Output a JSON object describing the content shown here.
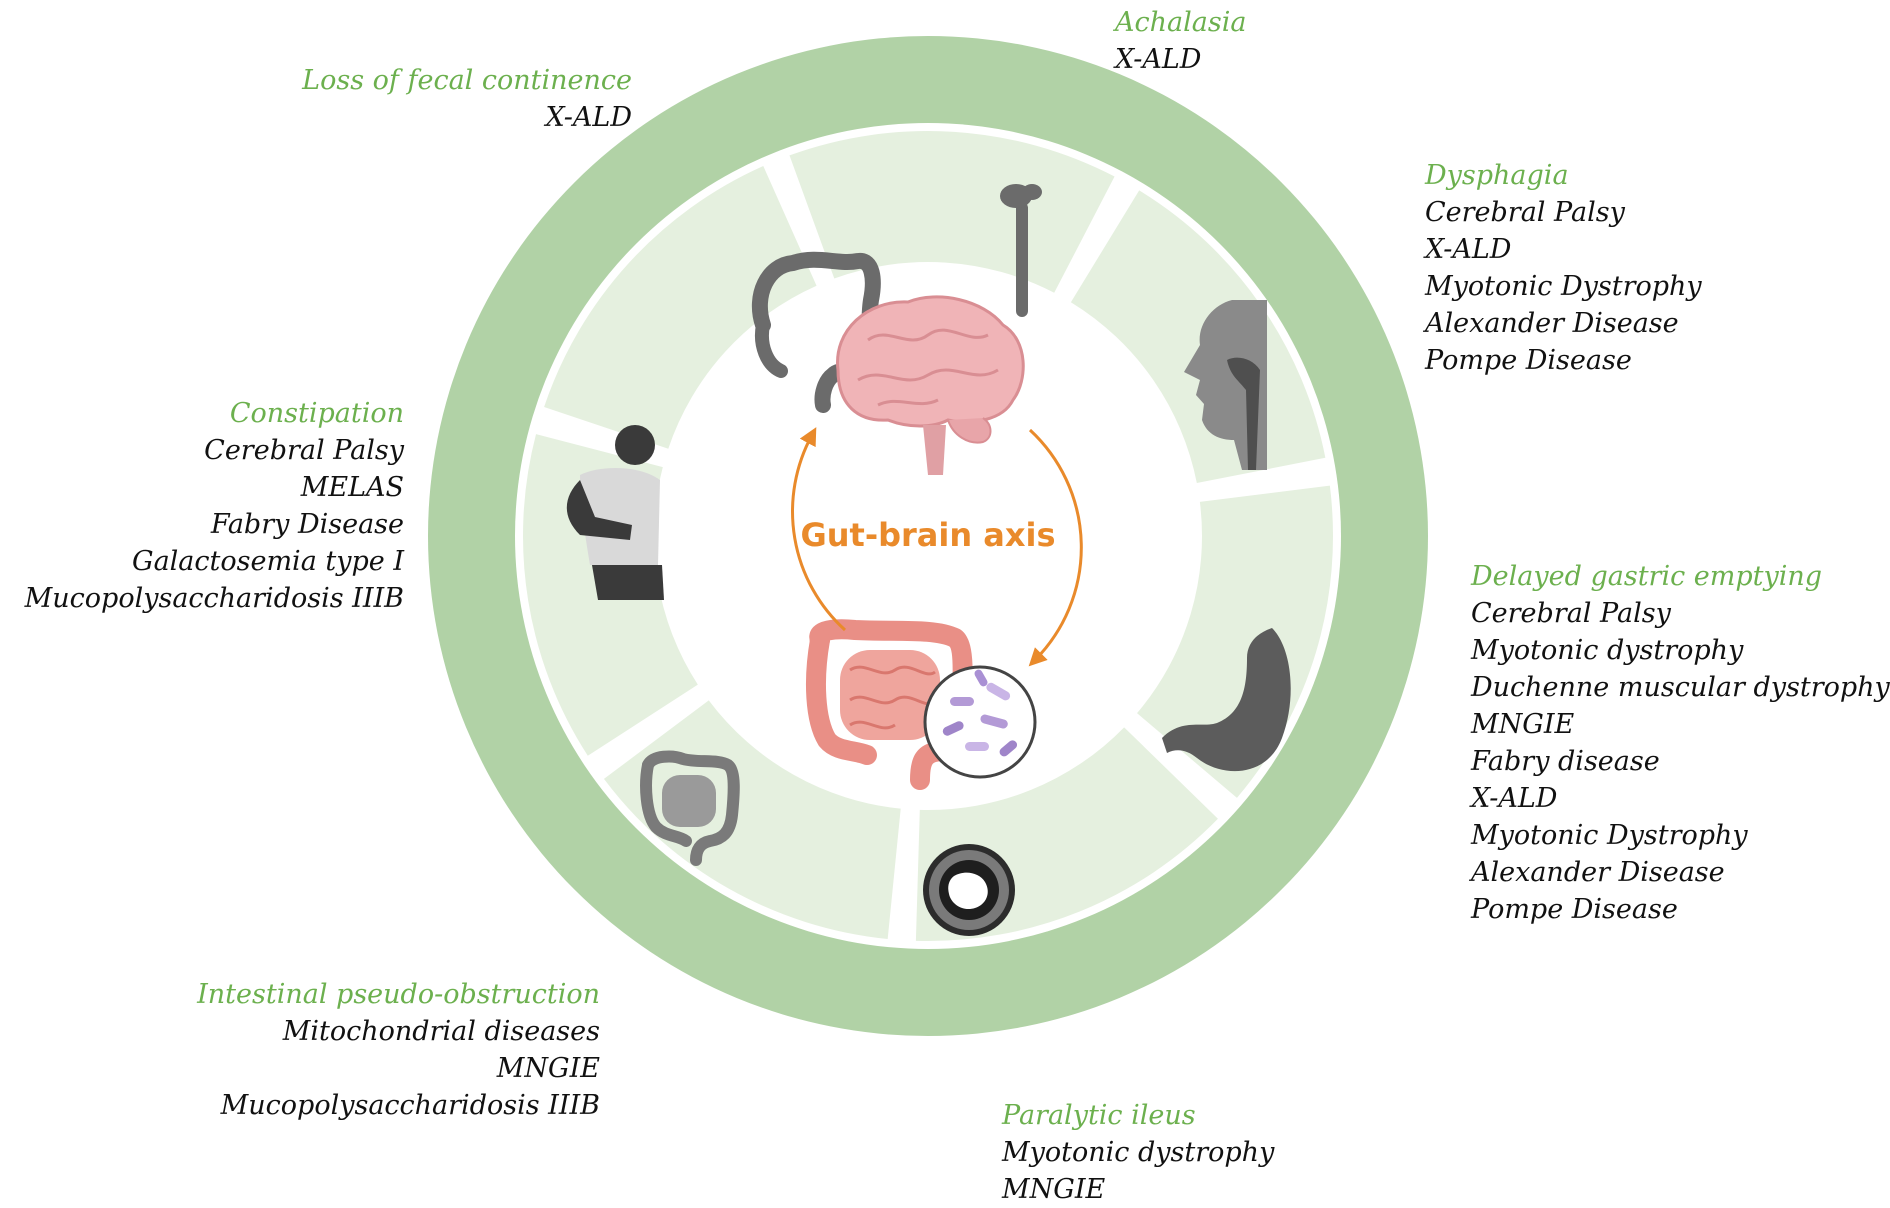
{
  "center": {
    "title": "Gut-brain axis"
  },
  "colors": {
    "outer_ring": "#b1d2a6",
    "segment": "#e5f0df",
    "heading": "#6cb04e",
    "arrow": "#e98a2b",
    "organ_gray": "#6b6b6b",
    "brain_pink": "#f0b4b7",
    "gut_pink": "#e98f86"
  },
  "segment_icons": [
    "colon-icon",
    "esophagus-icon",
    "head-throat-icon",
    "stomach-icon",
    "intestine-cross-section-icon",
    "small-intestine-icon",
    "person-abdominal-pain-icon"
  ],
  "labels": {
    "achalasia": {
      "heading": "Achalasia",
      "items": [
        "X-ALD"
      ]
    },
    "dysphagia": {
      "heading": "Dysphagia",
      "items": [
        "Cerebral Palsy",
        "X-ALD",
        "Myotonic Dystrophy",
        "Alexander Disease",
        "Pompe Disease"
      ]
    },
    "delayed_gastric": {
      "heading": "Delayed gastric emptying",
      "items": [
        "Cerebral Palsy",
        "Myotonic dystrophy",
        "Duchenne muscular dystrophy",
        "MNGIE",
        "Fabry disease",
        "X-ALD",
        "Myotonic Dystrophy",
        "Alexander Disease",
        "Pompe Disease"
      ]
    },
    "paralytic_ileus": {
      "heading": "Paralytic ileus",
      "items": [
        "Myotonic dystrophy",
        "MNGIE"
      ]
    },
    "pseudo_obstruction": {
      "heading": "Intestinal pseudo-obstruction",
      "items": [
        "Mitochondrial diseases",
        "MNGIE",
        "Mucopolysaccharidosis IIIB"
      ]
    },
    "constipation": {
      "heading": "Constipation",
      "items": [
        "Cerebral Palsy",
        "MELAS",
        "Fabry Disease",
        "Galactosemia type I",
        "Mucopolysaccharidosis IIIB"
      ]
    },
    "fecal_continence": {
      "heading": "Loss of fecal continence",
      "items": [
        "X-ALD"
      ]
    }
  }
}
